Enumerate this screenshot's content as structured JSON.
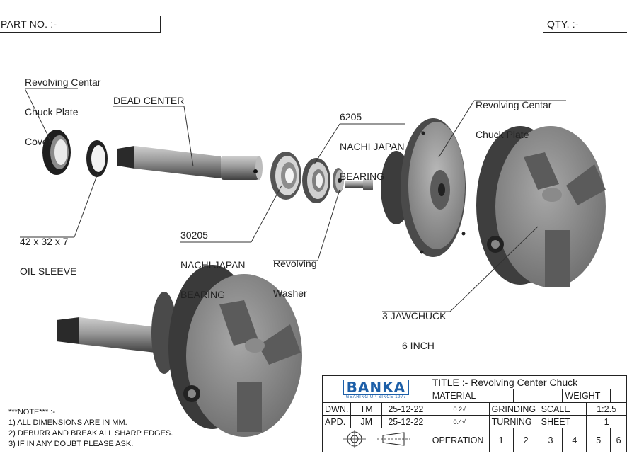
{
  "header": {
    "part_no_label": "PART NO. :-",
    "qty_label": "QTY. :-"
  },
  "callouts": {
    "cover": [
      "Revolving Centar",
      "Chuck Plate",
      "Cover"
    ],
    "dead_center": "DEAD CENTER",
    "bearing_6205": [
      "6205",
      "NACHI JAPAN",
      "BEARING"
    ],
    "chuck_plate": [
      "Revolving Centar",
      "Chuck Plate"
    ],
    "oil_sleeve": [
      "42 x 32 x 7",
      "OIL SLEEVE"
    ],
    "bearing_30205": [
      "30205",
      "NACHI JAPAN",
      "BEARING"
    ],
    "washer": [
      "Revolving",
      "Washer"
    ],
    "jawchuck": [
      "3 JAWCHUCK",
      "6 INCH"
    ]
  },
  "notes": {
    "heading": "***NOTE*** :-",
    "items": [
      "1)  ALL DIMENSIONS ARE IN MM.",
      "2)  DEBURR AND BREAK ALL SHARP EDGES.",
      "3)  IF IN ANY DOUBT  PLEASE  ASK."
    ]
  },
  "title_block": {
    "logo": "BANKA",
    "logo_tagline": "GEARING UP SINCE 1977",
    "title_label": "TITLE :-",
    "title_value": "Revolving Center Chuck",
    "material_label": "MATERIAL",
    "weight_label": "WEIGHT",
    "dwn_label": "DWN.",
    "dwn_by": "TM",
    "dwn_date": "25-12-22",
    "apd_label": "APD.",
    "apd_by": "JM",
    "apd_date": "25-12-22",
    "roughness_1": "0.2",
    "roughness_2": "0.4",
    "grinding_label": "GRINDING",
    "turning_label": "TURNING",
    "scale_label": "SCALE",
    "scale_value": "1:2.5",
    "sheet_label": "SHEET",
    "sheet_value": "1",
    "operation_label": "OPERATION",
    "operation_steps": [
      "1",
      "2",
      "3",
      "4",
      "5",
      "6"
    ]
  }
}
